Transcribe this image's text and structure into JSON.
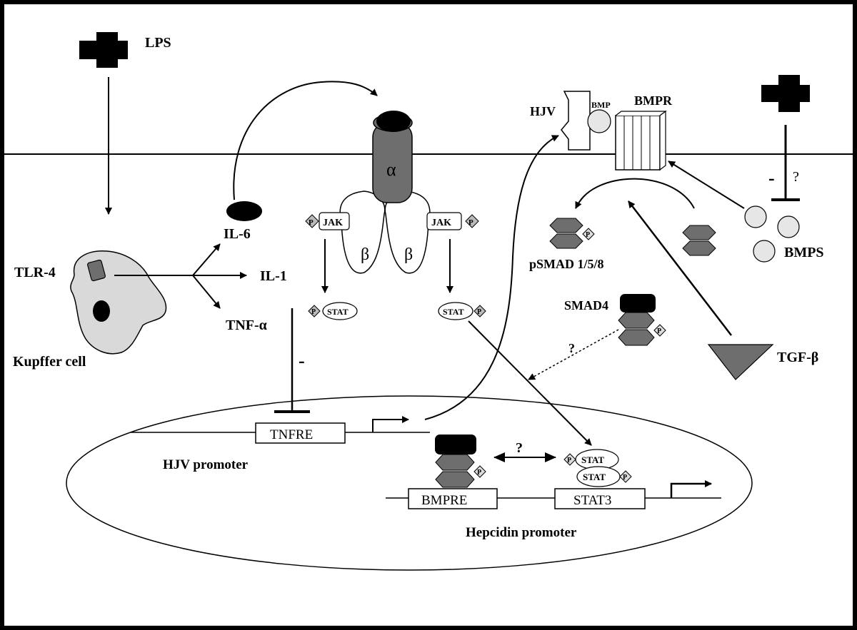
{
  "labels": {
    "lps": "LPS",
    "tlr4": "TLR-4",
    "kupffer_cell": "Kupffer cell",
    "il6": "IL-6",
    "il1": "IL-1",
    "tnf_alpha": "TNF-α",
    "alpha": "α",
    "beta_left": "β",
    "beta_right": "β",
    "jak_left": "JAK",
    "jak_right": "JAK",
    "stat_left": "STAT",
    "stat_right": "STAT",
    "p": "P",
    "minus_tnf": "-",
    "tnfre": "TNFRE",
    "hjv_promoter": "HJV promoter",
    "hjv": "HJV",
    "bmp": "BMP",
    "bmpr": "BMPR",
    "minus_bmp": "-",
    "question_bmp": "?",
    "bmps": "BMPS",
    "psmad": "pSMAD 1/5/8",
    "smad4": "SMAD4",
    "question_smad": "?",
    "tgf_beta": "TGF-β",
    "question_bidir": "?",
    "stat_top": "STAT",
    "stat_bottom": "STAT",
    "bmpre": "BMPRE",
    "stat3": "STAT3",
    "hepcidin_promoter": "Hepcidin promoter"
  },
  "colors": {
    "dark_gray": "#6e6e6e",
    "mid_gray": "#8a8a8a",
    "light_gray": "#dcdcdc",
    "black": "#000000"
  }
}
